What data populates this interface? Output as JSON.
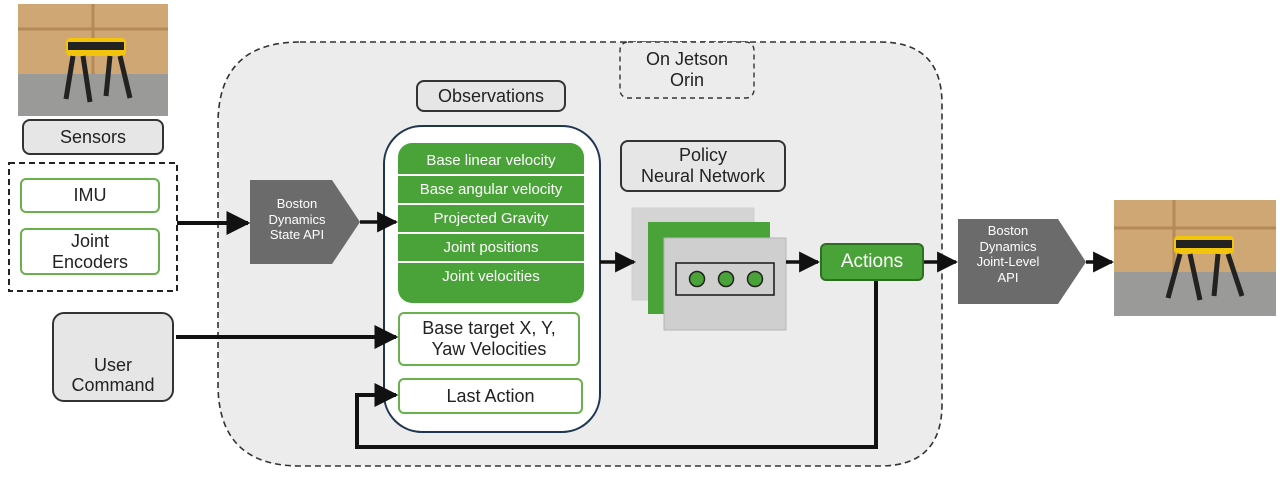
{
  "sensors": {
    "label": "Sensors",
    "imu": "IMU",
    "joint_encoders": "Joint\nEncoders"
  },
  "state_api": "Boston\nDynamics\nState API",
  "user_command": "User\nCommand",
  "on_jetson": "On Jetson\nOrin",
  "observations": {
    "title": "Observations",
    "items": [
      "Base linear velocity",
      "Base angular velocity",
      "Projected Gravity",
      "Joint positions",
      "Joint velocities"
    ],
    "target": "Base target X, Y,\nYaw Velocities",
    "last_action": "Last Action"
  },
  "policy": "Policy\nNeural Network",
  "actions": "Actions",
  "joint_api": "Boston\nDynamics\nJoint-Level\nAPI",
  "colors": {
    "green": "#4aa338",
    "green_border": "#6ab04c",
    "panel": "#ececec",
    "navy": "#1f3550"
  }
}
